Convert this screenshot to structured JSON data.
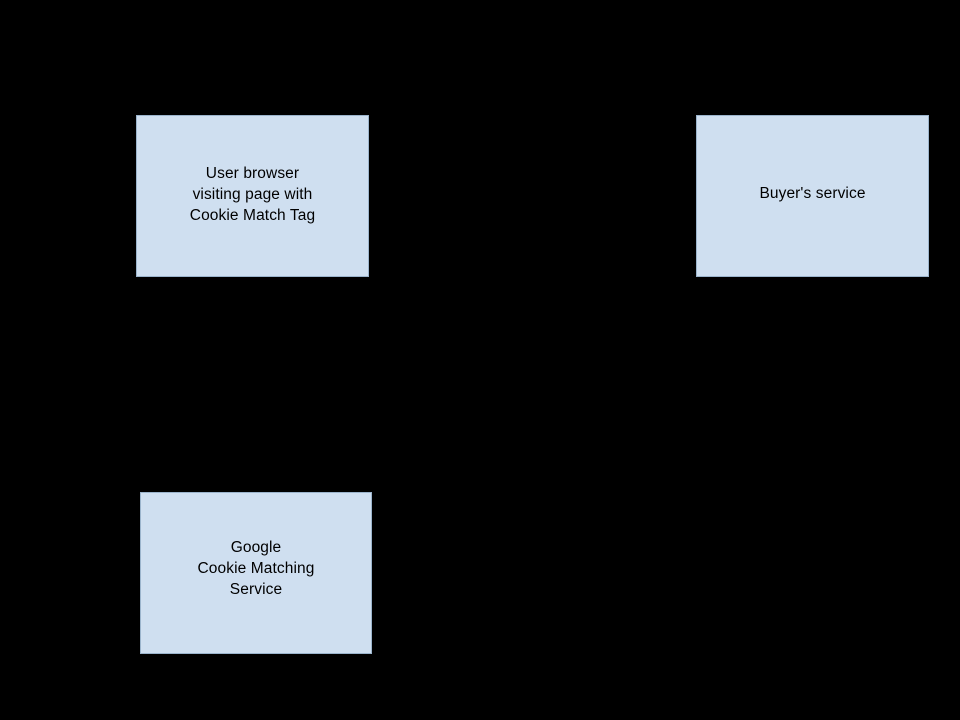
{
  "diagram": {
    "background_color": "#000000",
    "node_fill_color": "#cfdff0",
    "node_border_color": "#9bb4cc",
    "node_text_color": "#000000",
    "nodes": [
      {
        "id": "user-browser",
        "label": "User browser\nvisiting page with\nCookie Match Tag",
        "lines": [
          "User browser",
          "visiting page with",
          "Cookie Match Tag"
        ]
      },
      {
        "id": "buyers-service",
        "label": "Buyer's service",
        "lines": [
          "Buyer's service"
        ]
      },
      {
        "id": "google-cookie-matching",
        "label": "Google\nCookie Matching\nService",
        "lines": [
          "Google",
          "Cookie Matching",
          "Service"
        ]
      }
    ]
  }
}
